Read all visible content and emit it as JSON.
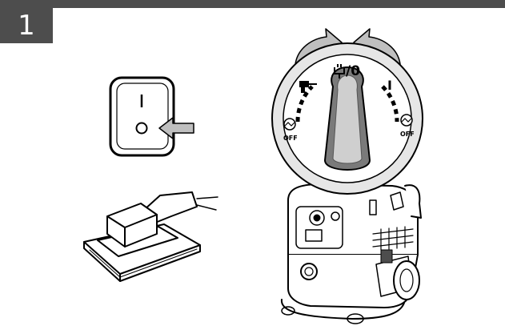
{
  "step_number": "1",
  "dial": {
    "top_label": "/0",
    "right_label": "I",
    "left_off_label": "OFF",
    "right_off_label": "OFF"
  },
  "colors": {
    "header_bar": "#4d4d4d",
    "header_text": "#ffffff",
    "knob_dark": "#7a7a7a",
    "knob_light": "#cfcfcf",
    "arrow_fill": "#bfbfbf"
  },
  "icons": [
    "power-switch-icon",
    "push-arrow-icon",
    "orbital-sander-icon",
    "rotate-arrow-icon",
    "plug-icon",
    "drill-icon",
    "suction-off-icon",
    "vacuum-cleaner-icon"
  ]
}
